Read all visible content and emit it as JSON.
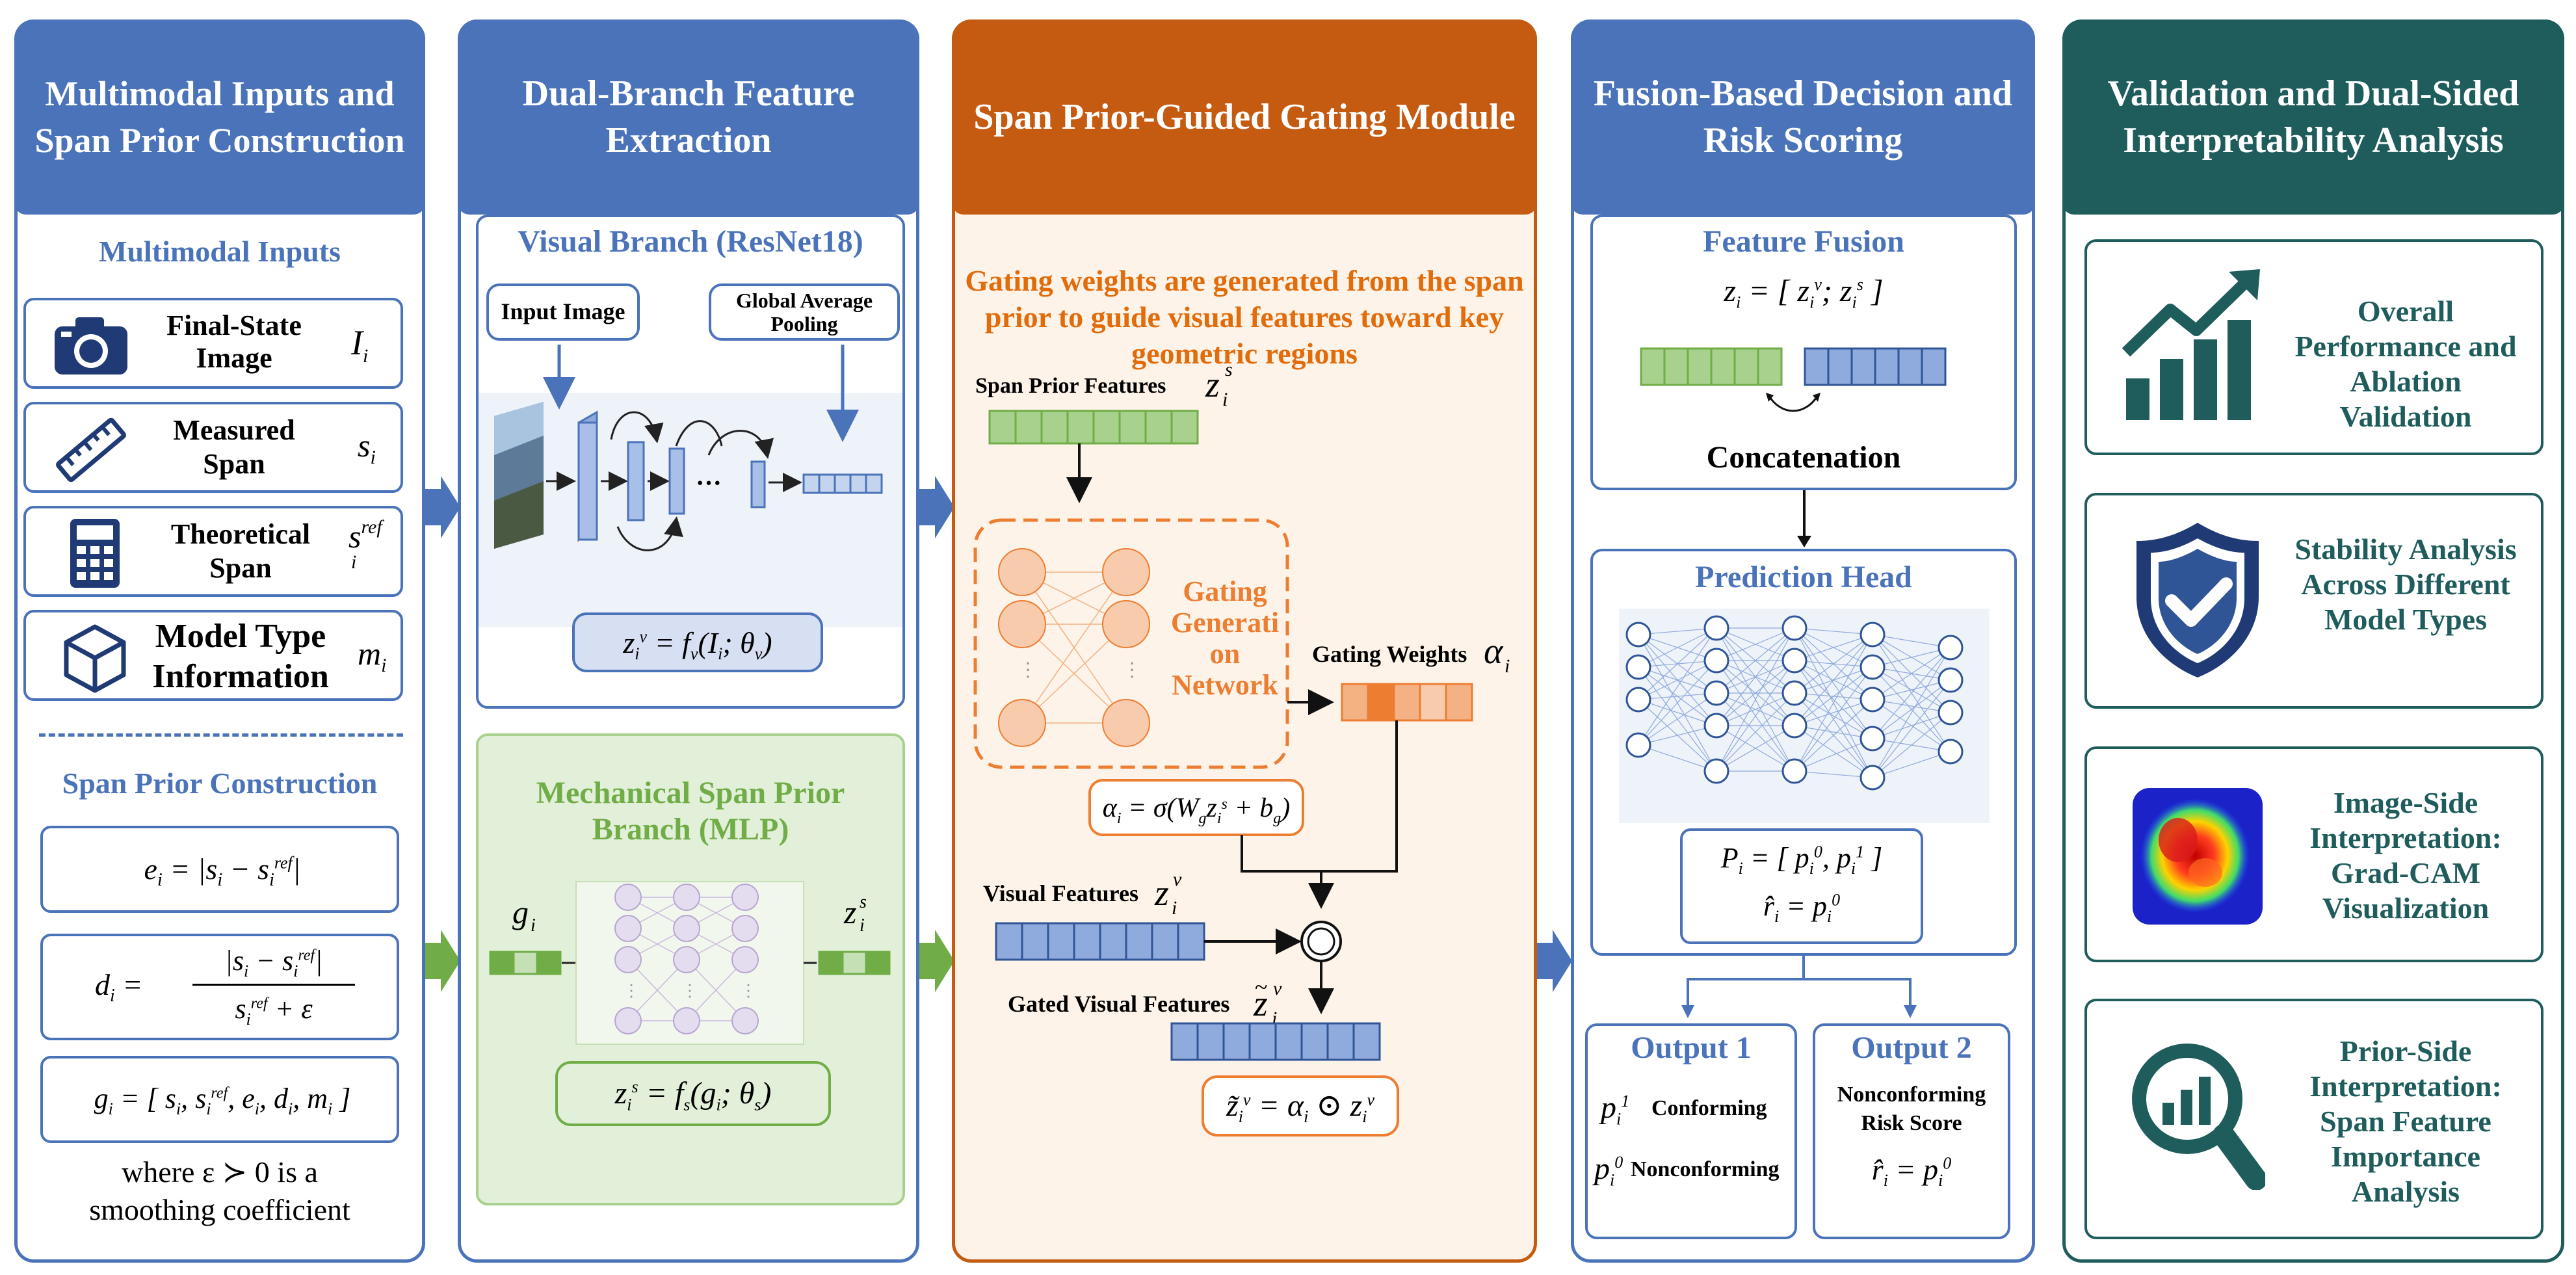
{
  "colors": {
    "blue": "#4a73b9",
    "orange": "#c55a11",
    "teal": "#1f5c5c",
    "green": "#70ad47",
    "lightOrange": "#f7a04b"
  },
  "panel1": {
    "title": "Multimodal Inputs and Span Prior Construction",
    "inputs_heading": "Multimodal Inputs",
    "inputs": [
      {
        "icon": "camera-icon",
        "label": "Final-State Image",
        "symbol": "I",
        "sub": "i"
      },
      {
        "icon": "ruler-icon",
        "label": "Measured Span",
        "symbol": "s",
        "sub": "i"
      },
      {
        "icon": "calculator-icon",
        "label": "Theoretical Span",
        "symbol": "s",
        "sub": "i",
        "sup": "ref"
      },
      {
        "icon": "cube-icon",
        "label": "Model Type Information",
        "symbol": "m",
        "sub": "i"
      }
    ],
    "prior_heading": "Span Prior Construction",
    "note_line1": "where  ε ≻ 0  is a",
    "note_line2": "smoothing  coefficient"
  },
  "panel2": {
    "title": "Dual-Branch Feature Extraction",
    "visual_heading": "Visual Branch (ResNet18)",
    "input_image_label": "Input Image",
    "gap_label": "Global Average Pooling",
    "mech_heading": "Mechanical Span Prior Branch (MLP)"
  },
  "panel3": {
    "title": "Span Prior-Guided Gating Module",
    "description": "Gating weights are generated from the span prior to guide visual features toward key geometric regions",
    "span_prior_label": "Span Prior Features",
    "gating_net_label": "Gating Generati on Network",
    "gating_weights_label": "Gating Weights",
    "visual_features_label": "Visual Features",
    "gated_label": "Gated Visual Features"
  },
  "panel4": {
    "title": "Fusion-Based Decision and Risk Scoring",
    "fusion_heading": "Feature Fusion",
    "concat_label": "Concatenation",
    "pred_heading": "Prediction Head",
    "output1_heading": "Output 1",
    "conforming_label": "Conforming",
    "nonconforming_label": "Nonconforming",
    "output2_heading": "Output 2",
    "risk_label": "Nonconforming Risk Score"
  },
  "panel5": {
    "title": "Validation and Dual-Sided Interpretability Analysis",
    "items": [
      {
        "icon": "growth-chart-icon",
        "text": "Overall Performance and Ablation Validation"
      },
      {
        "icon": "shield-check-icon",
        "text": "Stability Analysis Across Different Model Types"
      },
      {
        "icon": "heatmap-icon",
        "text": "Image-Side Interpretation: Grad-CAM Visualization"
      },
      {
        "icon": "magnifier-chart-icon",
        "text": "Prior-Side Interpretation: Span Feature Importance Analysis"
      }
    ]
  }
}
